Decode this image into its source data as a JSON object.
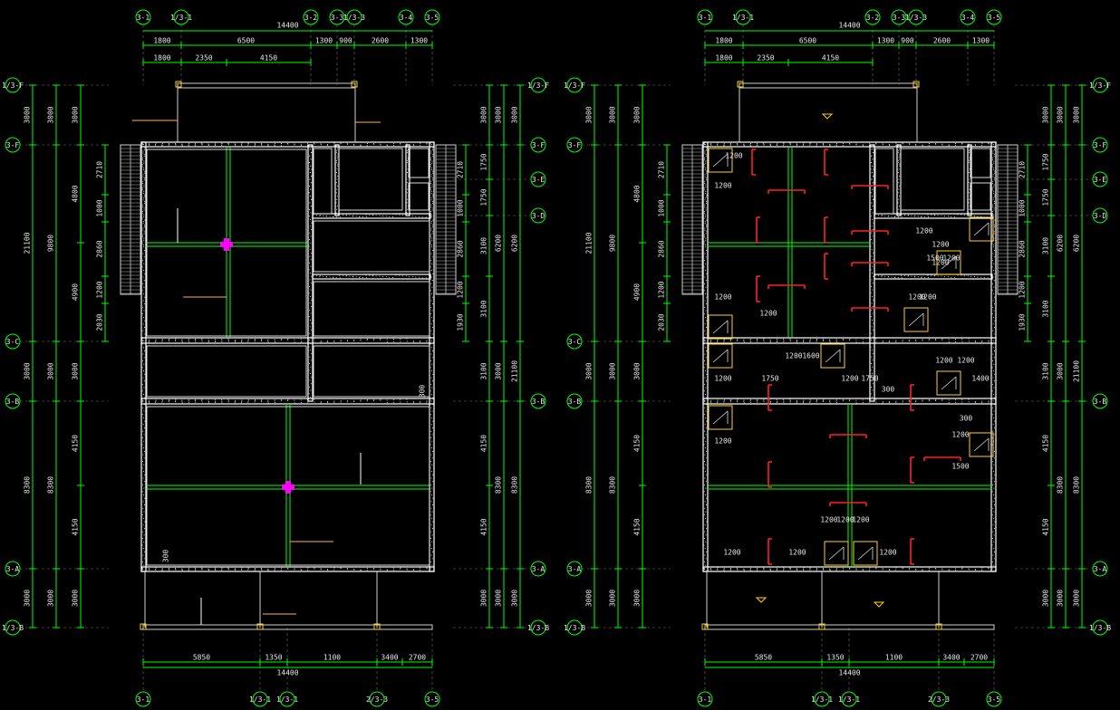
{
  "drawing": {
    "colors": {
      "background": "#000000",
      "wall": "#ffffff",
      "dim_line": "#00ff00",
      "axis_bubble": "#00ff00",
      "opening_mark": "#ff2020",
      "column_box": "#ffd21a",
      "center_marker": "#ff00ff",
      "accent_line": "#ffb060",
      "side_rule": "#12c3c3"
    },
    "plans": [
      {
        "id": "left",
        "axis_labels_top": [
          "3-1",
          "1/3-1",
          "3-2",
          "3-3",
          "1/3-3",
          "3-4",
          "3-5"
        ],
        "axis_labels_bottom": [
          "3-1",
          "1/3-1",
          "1/3-1",
          "2/3-3",
          "3-5"
        ],
        "axis_labels_left": [
          "1/3-F",
          "3-F",
          "3-C",
          "3-B",
          "3-A",
          "1/3-B"
        ],
        "axis_labels_right": [
          "1/3-F",
          "3-F",
          "3-E",
          "3-D",
          "3-B",
          "3-A",
          "1/3-B"
        ],
        "top_total": "14400",
        "top_dims_row1": [
          "1800",
          "6500",
          "1300",
          "900",
          "2600",
          "1300"
        ],
        "top_dims_row2": [
          "1800",
          "2350",
          "4150"
        ],
        "bottom_dims": [
          "5850",
          "1350",
          "1100",
          "3400",
          "2700"
        ],
        "bottom_total": "14400",
        "left_dims_outer": [
          "3000",
          "3000",
          "3000",
          "3000"
        ],
        "left_dims_mid": [
          "9800",
          "21100",
          "8300"
        ],
        "left_dims_inner": [
          "4800",
          "4900",
          "4150",
          "4150"
        ],
        "left_dims_detail": [
          "2710",
          "1000",
          "2860",
          "1200",
          "2030"
        ],
        "right_dims_outer": [
          "3000",
          "3000",
          "3000",
          "3000"
        ],
        "right_dims_detail": [
          "2710",
          "1000",
          "2860",
          "1200",
          "1930"
        ],
        "right_dims_inner": [
          "1750",
          "1750",
          "3100",
          "3100",
          "3100"
        ],
        "right_dims_mid": [
          "6200",
          "21100",
          "4150",
          "8300",
          "4150"
        ],
        "misc_labels": [
          "300",
          "300"
        ]
      },
      {
        "id": "right",
        "axis_labels_top": [
          "3-1",
          "1/3-1",
          "3-2",
          "3-3",
          "1/3-3",
          "3-4",
          "3-5"
        ],
        "axis_labels_bottom": [
          "3-1",
          "1/3-1",
          "1/3-1",
          "2/3-3",
          "3-5"
        ],
        "axis_labels_left": [
          "1/3-F",
          "3-F",
          "3-C",
          "3-B",
          "3-A",
          "1/3-B"
        ],
        "axis_labels_right": [
          "1/3-F",
          "3-F",
          "3-E",
          "3-D",
          "3-B",
          "3-A",
          "1/3-B"
        ],
        "top_total": "14400",
        "top_dims_row1": [
          "1800",
          "6500",
          "1300",
          "900",
          "2600",
          "1300"
        ],
        "top_dims_row2": [
          "1800",
          "2350",
          "4150"
        ],
        "bottom_dims": [
          "5850",
          "1350",
          "1100",
          "3400",
          "2700"
        ],
        "bottom_total": "14400",
        "left_dims_outer": [
          "3000",
          "3000",
          "3000",
          "3000"
        ],
        "left_dims_mid": [
          "9800",
          "21100",
          "8300"
        ],
        "left_dims_inner": [
          "4800",
          "4900",
          "4150",
          "4150"
        ],
        "left_dims_detail": [
          "2710",
          "1000",
          "2860",
          "1200",
          "2030"
        ],
        "right_dims_outer": [
          "3000",
          "3000",
          "3000",
          "3000"
        ],
        "right_dims_detail": [
          "2710",
          "1000",
          "2860",
          "1200",
          "1930"
        ],
        "right_dims_inner": [
          "1750",
          "1750",
          "3100",
          "3100",
          "3100"
        ],
        "right_dims_mid": [
          "6200",
          "21100",
          "4150",
          "8300",
          "4150"
        ],
        "interior_dims": [
          "1200",
          "1200",
          "1200",
          "1200",
          "1200",
          "1750",
          "1200",
          "1750",
          "1200",
          "1500",
          "1200",
          "1200",
          "1200",
          "1200",
          "1200",
          "1400",
          "1200",
          "1500",
          "1200",
          "1200",
          "1200",
          "1200",
          "1600",
          "1200",
          "1200",
          "1200",
          "300",
          "1200",
          "1200",
          "1200",
          "300"
        ]
      }
    ]
  }
}
